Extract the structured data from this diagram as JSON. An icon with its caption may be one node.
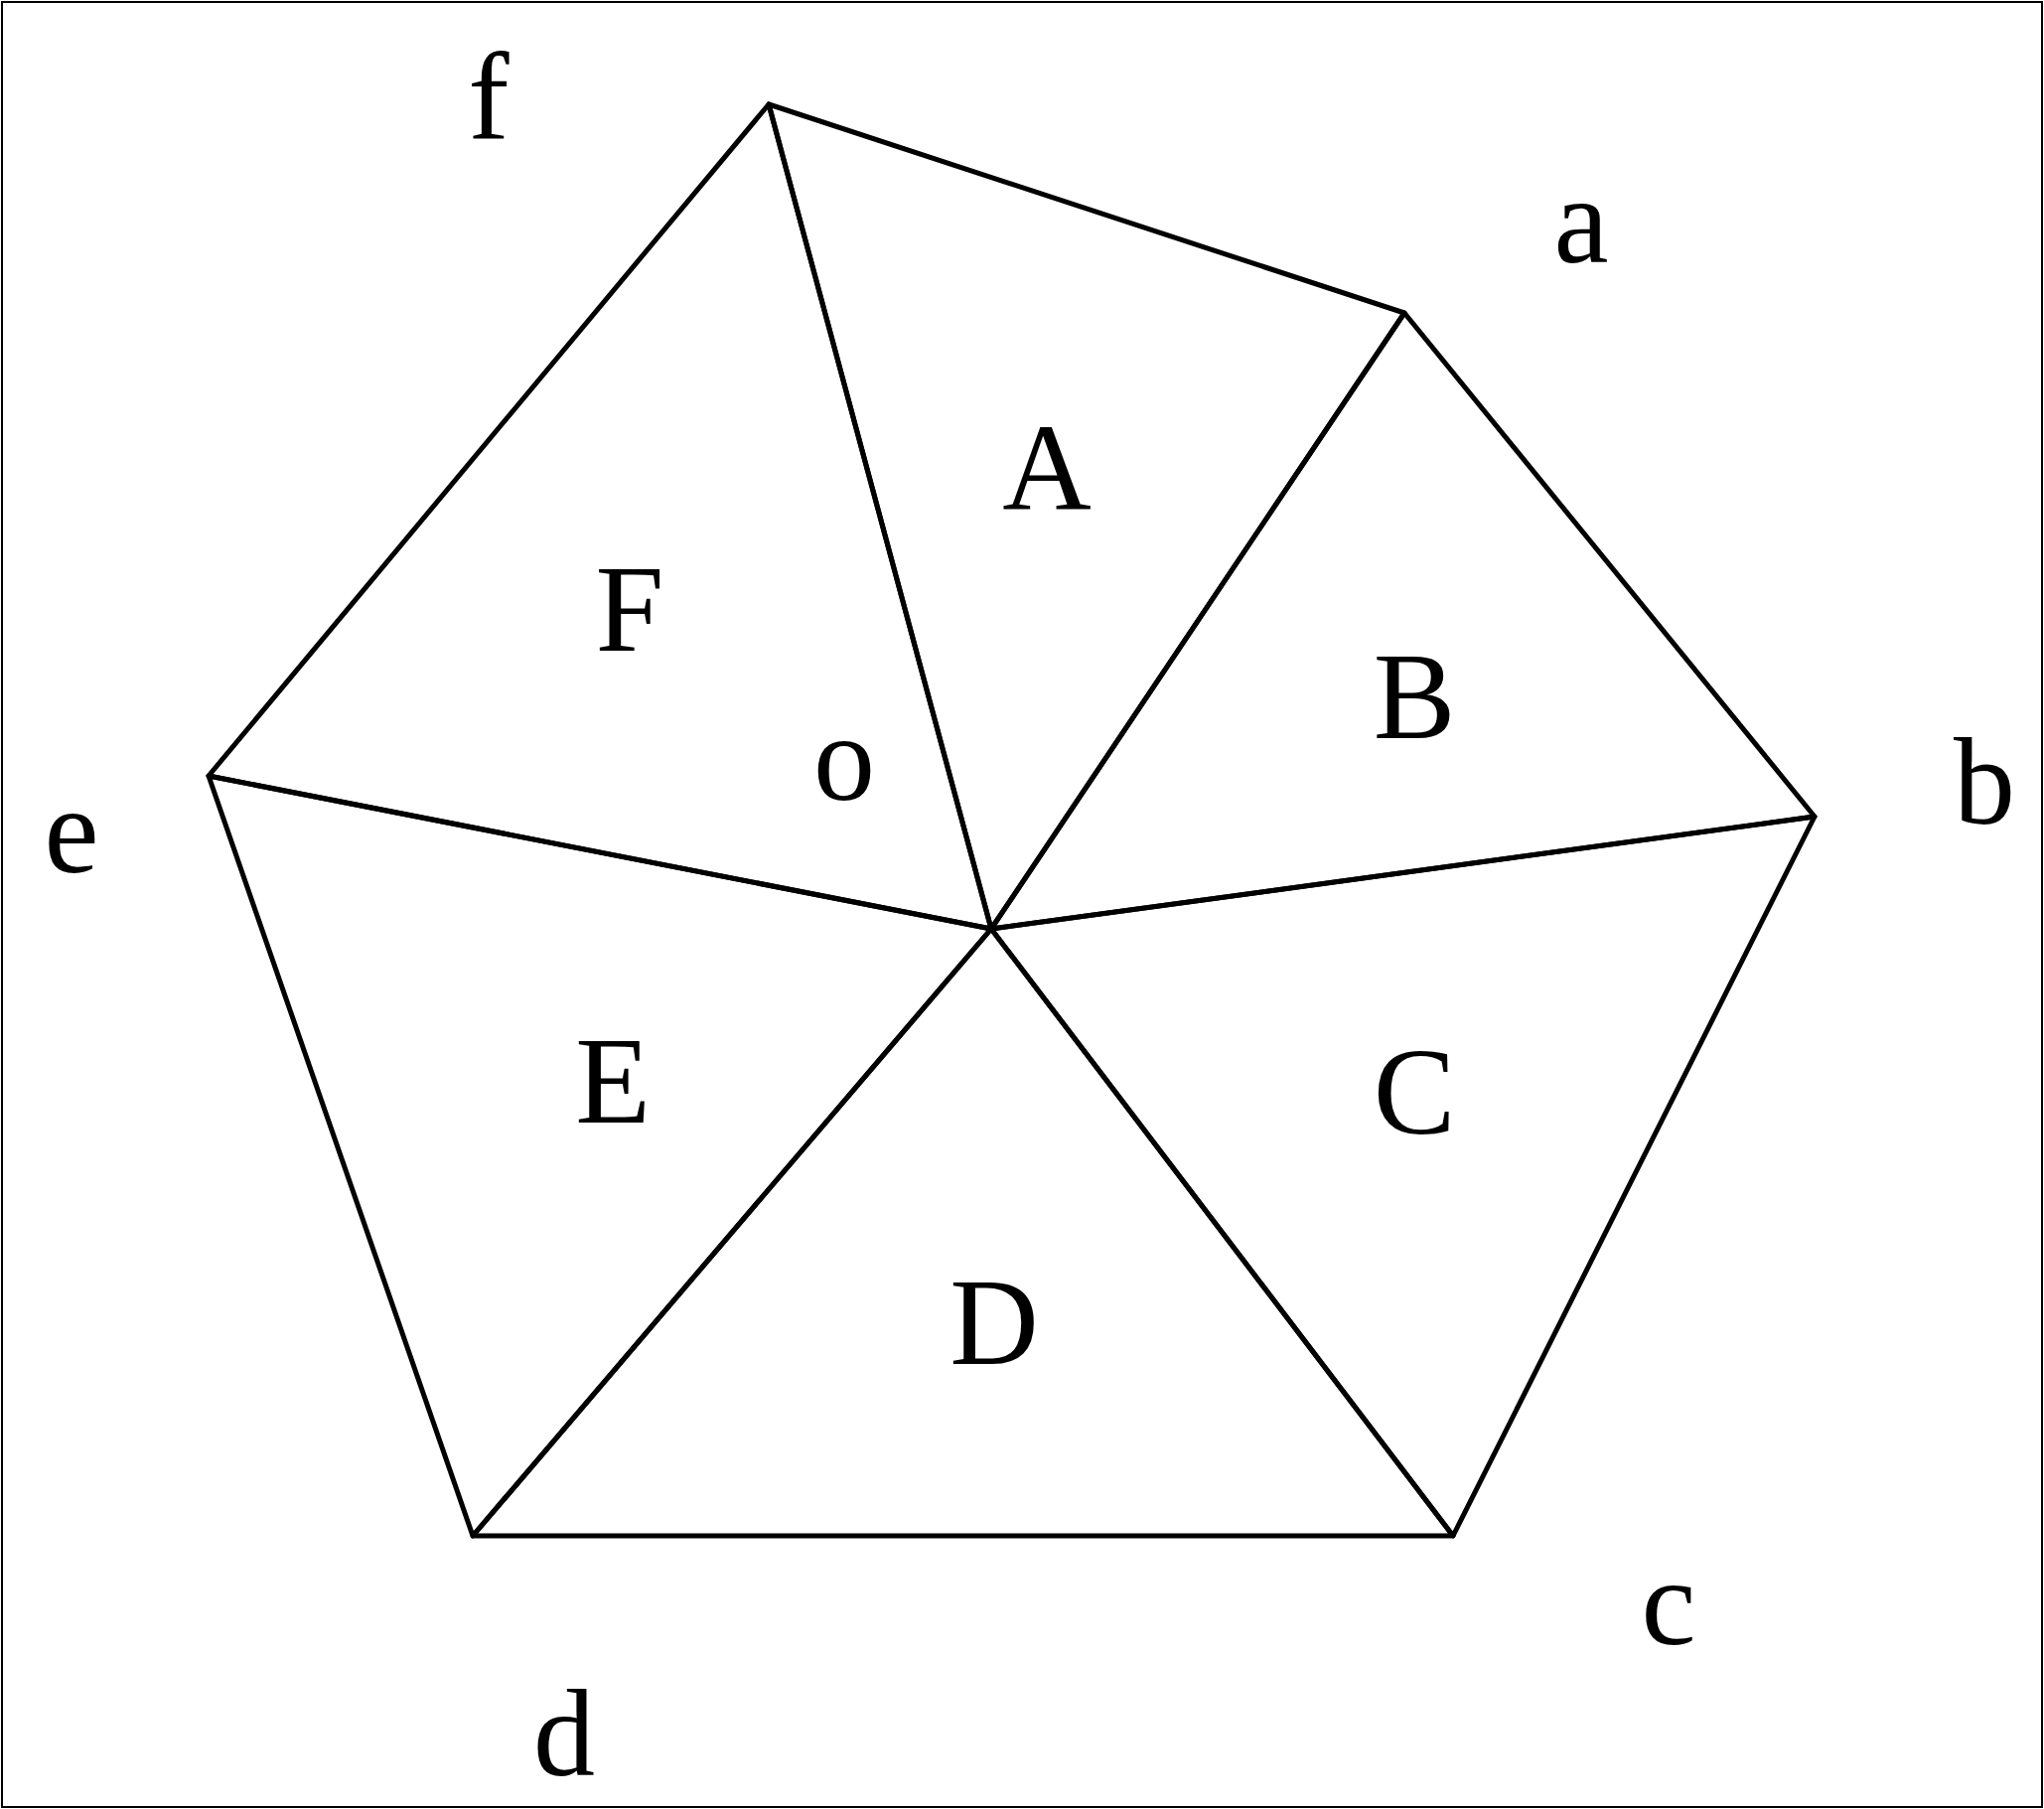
{
  "diagram": {
    "nodes": [
      {
        "text": [
          "A"
        ]
      },
      {
        "text": [
          "F"
        ]
      },
      {
        "text": [
          "B"
        ]
      },
      {
        "text": [
          "E"
        ]
      },
      {
        "text": [
          "C"
        ]
      },
      {
        "text": [
          "D"
        ]
      }
    ],
    "labels": [
      "f",
      "a",
      "o",
      "b",
      "e",
      "c",
      "d"
    ]
  }
}
